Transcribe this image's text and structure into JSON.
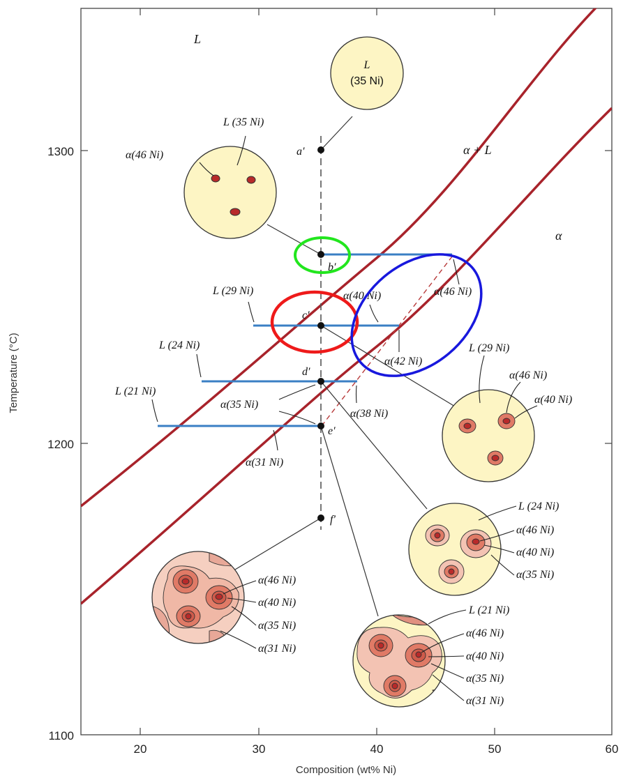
{
  "chart_data": {
    "type": "diagram",
    "xlabel": "Composition (wt% Ni)",
    "ylabel": "Temperature (°C)",
    "x_ticks": [
      "20",
      "30",
      "40",
      "50",
      "60"
    ],
    "y_ticks": [
      "1100",
      "1200",
      "1300"
    ],
    "xlim": [
      15,
      60
    ],
    "ylim": [
      1100,
      1350
    ],
    "regions": [
      "L",
      "α + L",
      "α"
    ],
    "liquidus": [
      [
        15,
        1178
      ],
      [
        20,
        1199
      ],
      [
        25,
        1221
      ],
      [
        30,
        1242
      ],
      [
        35,
        1263
      ],
      [
        40,
        1283
      ],
      [
        45,
        1303
      ],
      [
        50,
        1322
      ],
      [
        55,
        1339
      ],
      [
        58.5,
        1350
      ]
    ],
    "solidus": [
      [
        15,
        1143
      ],
      [
        20,
        1164
      ],
      [
        25,
        1186
      ],
      [
        30,
        1207
      ],
      [
        35,
        1228
      ],
      [
        40,
        1249
      ],
      [
        45,
        1269
      ],
      [
        50,
        1289
      ],
      [
        55,
        1307
      ],
      [
        60,
        1325
      ]
    ],
    "points": [
      {
        "label": "a′",
        "x": 35.5,
        "y": 1300
      },
      {
        "label": "b′",
        "x": 35.5,
        "y": 1265
      },
      {
        "label": "c′",
        "x": 35.5,
        "y": 1240
      },
      {
        "label": "d′",
        "x": 35.5,
        "y": 1220
      },
      {
        "label": "e′",
        "x": 35.5,
        "y": 1205
      },
      {
        "label": "f′",
        "x": 35.5,
        "y": 1174
      }
    ],
    "tie_lines": [
      {
        "y": 1265,
        "x1": 35.5,
        "x2": 46.5
      },
      {
        "y": 1240,
        "x1": 29.5,
        "x2": 42
      },
      {
        "label_left": "L (24 Ni)",
        "y": 1220,
        "x1": 25.3,
        "x2": 38
      },
      {
        "y": 1205,
        "x1": 21.5,
        "x2": 35.5
      }
    ],
    "microstructures": [
      {
        "point": "a′",
        "labels": [
          "L",
          "(35 Ni)"
        ]
      },
      {
        "point": "b′",
        "labels": [
          "L (35 Ni)",
          "α (46 Ni)"
        ]
      },
      {
        "point": "c′",
        "labels": [
          "L (29 Ni)",
          "α (46 Ni)",
          "α (40 Ni)"
        ]
      },
      {
        "point": "d′",
        "labels": [
          "L (24 Ni)",
          "α (46 Ni)",
          "α (40 Ni)",
          "α (35 Ni)"
        ]
      },
      {
        "point": "e′",
        "labels": [
          "L (21 Ni)",
          "α (46 Ni)",
          "α (40 Ni)",
          "α (35 Ni)",
          "α (31 Ni)"
        ]
      },
      {
        "point": "f′",
        "labels": [
          "α (46 Ni)",
          "α (40 Ni)",
          "α (35 Ni)",
          "α (31 Ni)"
        ]
      }
    ],
    "annotations": [
      "L (29 Ni)",
      "α (40 Ni)",
      "α (46 Ni)",
      "α (42 Ni)",
      "L (24 Ni)",
      "L (21 Ni)",
      "α (35 Ni)",
      "α (38 Ni)",
      "α (31 Ni)"
    ]
  },
  "labels": {
    "xlabel": "Composition (wt% Ni)",
    "ylabel": "Temperature (°C)",
    "x20": "20",
    "x30": "30",
    "x40": "40",
    "x50": "50",
    "x60": "60",
    "y1100": "1100",
    "y1200": "1200",
    "y1300": "1300",
    "region_L": "L",
    "region_aL": "α + L",
    "region_a": "α",
    "pt_a": "a′",
    "pt_b": "b′",
    "pt_c": "c′",
    "pt_d": "d′",
    "pt_e": "e′",
    "pt_f": "f′",
    "a_circle_L": "L",
    "a_circle_ni": "(35 Ni)",
    "b_L35": "L (35 Ni)",
    "b_a46": "α(46 Ni)",
    "tie_L29": "L (29 Ni)",
    "tie_a40": "α(40 Ni)",
    "tie_a46": "α(46 Ni)",
    "tie_a42": "α(42 Ni)",
    "tie_L24": "L (24 Ni)",
    "tie_L21": "L (21 Ni)",
    "tie_a35": "α(35 Ni)",
    "tie_a38": "α(38 Ni)",
    "tie_a31": "α(31 Ni)",
    "c_L29": "L (29 Ni)",
    "c_a46": "α(46 Ni)",
    "c_a40": "α(40 Ni)",
    "d_L24": "L (24 Ni)",
    "d_a46": "α(46 Ni)",
    "d_a40": "α(40 Ni)",
    "d_a35": "α(35 Ni)",
    "e_L21": "L (21 Ni)",
    "e_a46": "α(46 Ni)",
    "e_a40": "α(40 Ni)",
    "e_a35": "α(35 Ni)",
    "e_a31": "α(31 Ni)",
    "f_a46": "α(46 Ni)",
    "f_a40": "α(40 Ni)",
    "f_a35": "α(35 Ni)",
    "f_a31": "α(31 Ni)"
  },
  "colors": {
    "phase_line": "#a8232b",
    "tie_line": "#3a7fc4",
    "liquid": "#fdf5c4",
    "grain_outer": "#f3c3b3",
    "grain_mid": "#e07a66",
    "grain_core": "#b82a2a",
    "highlight_green": "#22e61e",
    "highlight_red": "#ee1a1a",
    "highlight_blue": "#1818dd"
  }
}
